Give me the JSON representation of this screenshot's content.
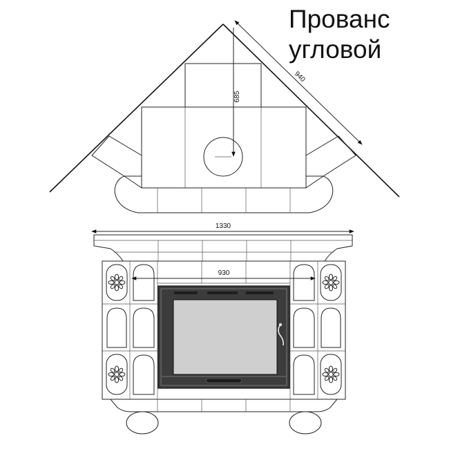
{
  "title": {
    "line1": "Прованс",
    "line2": "угловой"
  },
  "dimensions": {
    "depth": "685",
    "side": "940",
    "width": "1330",
    "firebox_width": "930"
  },
  "colors": {
    "line": "#222222",
    "firebox": "#3c3c3c",
    "glass": "#cfcfcf",
    "background": "#ffffff"
  },
  "icons": {
    "ornament": "flower-rosette-icon",
    "handle": "door-handle-icon"
  }
}
